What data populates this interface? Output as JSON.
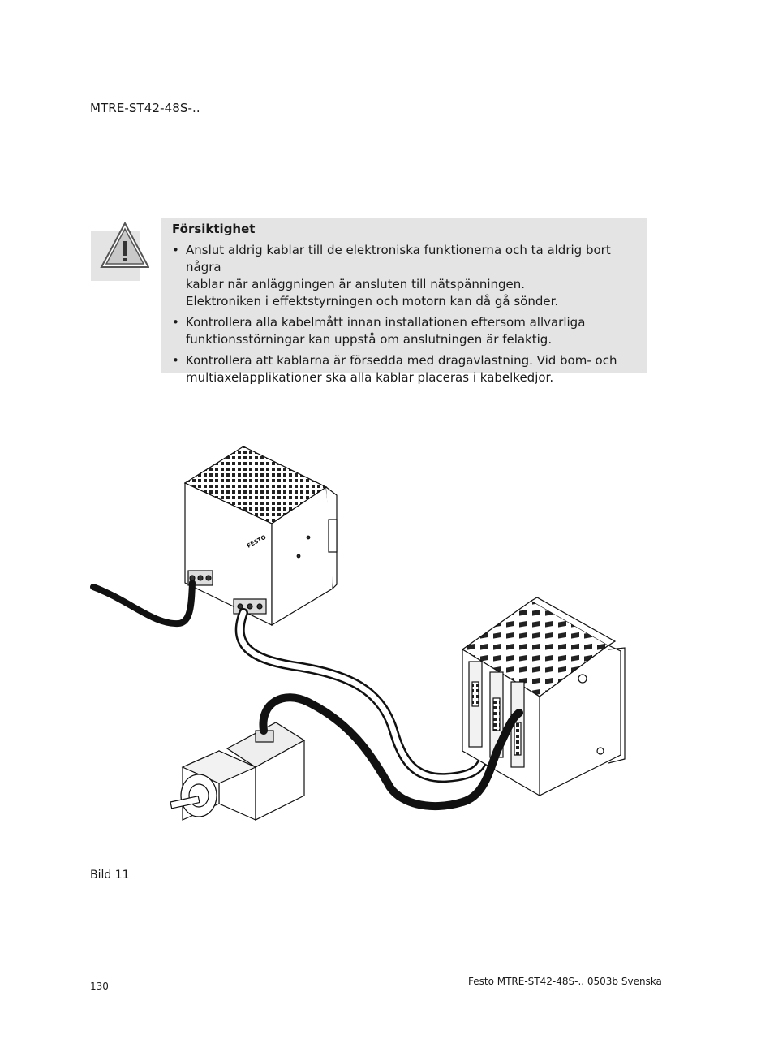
{
  "header": {
    "title": "MTRE-ST42-48S-.."
  },
  "caution": {
    "title": "Försiktighet",
    "bullet_symbol": "•",
    "items": [
      {
        "lines": [
          "Anslut aldrig kablar till de elektroniska funktionerna och ta aldrig bort några",
          "kablar när anläggningen är ansluten till nätspänningen.",
          "Elektroniken i effektstyrningen och motorn kan då gå sönder."
        ]
      },
      {
        "lines": [
          "Kontrollera alla kabelmått innan installationen eftersom allvarliga",
          "funktionsstörningar kan uppstå om anslutningen är felaktig."
        ]
      },
      {
        "lines": [
          "Kontrollera att kablarna är försedda med dragavlastning. Vid bom- och",
          "multiaxelapplikationer ska alla kablar placeras i kabelkedjor."
        ]
      }
    ]
  },
  "figure": {
    "caption": "Bild 11",
    "brand_label": "FESTO"
  },
  "footer": {
    "page_number": "130",
    "doc_info": "Festo MTRE-ST42-48S-.. 0503b Svenska"
  },
  "icons": {
    "warning": "warning-triangle-icon"
  }
}
